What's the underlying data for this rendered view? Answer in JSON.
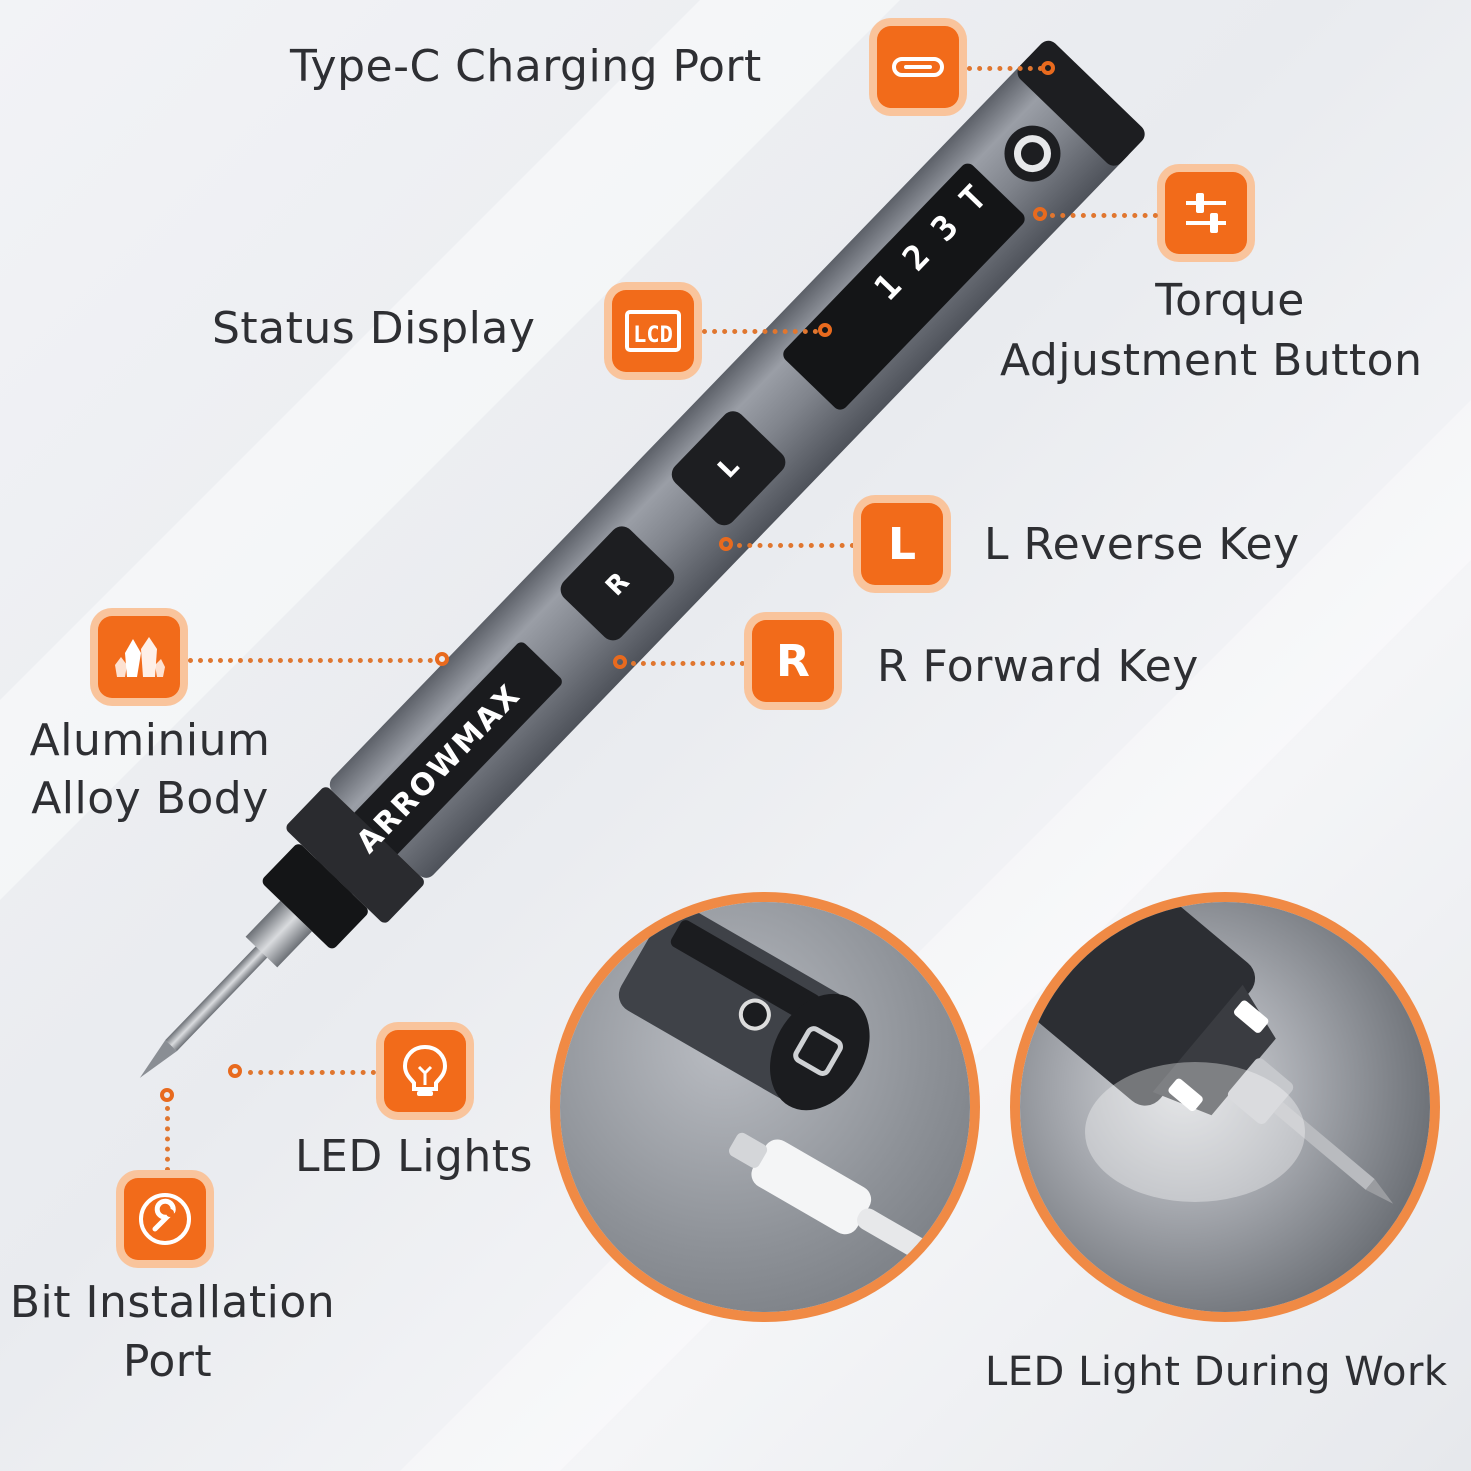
{
  "brand": "ARROWMAX",
  "colors": {
    "accent": "#f26b1a",
    "accent_light": "#f9c49c",
    "text": "#2e2f33",
    "body": "#7b7f87"
  },
  "display": {
    "readout": [
      "1",
      "2",
      "3",
      "T"
    ]
  },
  "keys": {
    "reverse": "L",
    "forward": "R"
  },
  "callouts": {
    "type_c": {
      "label": "Type-C Charging Port",
      "icon": "usb-c-port-icon"
    },
    "torque": {
      "label_line1": "Torque",
      "label_line2": "Adjustment Button",
      "icon": "sliders-icon"
    },
    "status": {
      "label": "Status Display",
      "icon": "lcd-icon"
    },
    "reverse": {
      "label": "L Reverse Key",
      "badge": "L"
    },
    "forward": {
      "label": "R Forward Key",
      "badge": "R"
    },
    "body": {
      "label_line1": "Aluminium",
      "label_line2": "Alloy Body",
      "icon": "crystal-icon"
    },
    "led": {
      "label": "LED Lights",
      "icon": "lightbulb-icon"
    },
    "bit": {
      "label_line1": "Bit Installation",
      "label_line2": "Port",
      "icon": "wrench-icon"
    }
  },
  "photos": {
    "led_work_caption": "LED Light During Work"
  }
}
